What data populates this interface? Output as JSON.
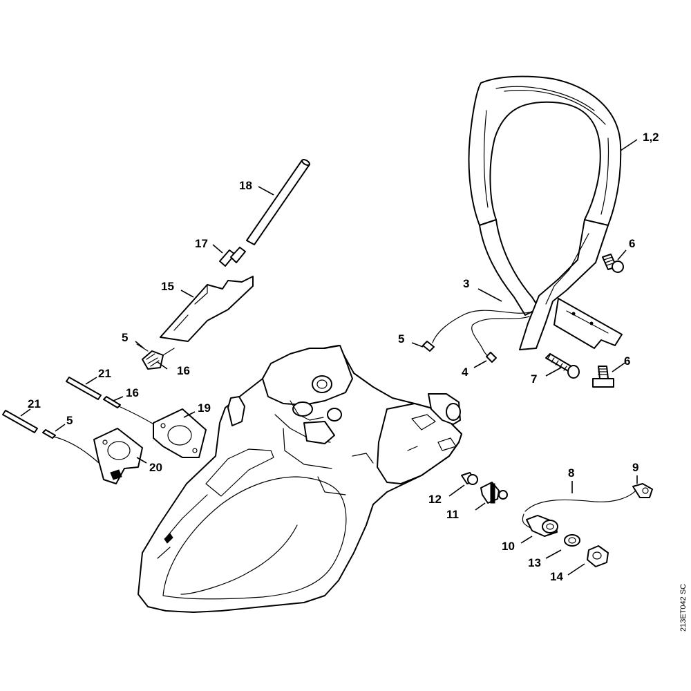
{
  "drawing_code": "213ET042 SC",
  "callouts": {
    "c1_2": "1,2",
    "c3": "3",
    "c4": "4",
    "c5_wire": "5",
    "c5_switch": "5",
    "c5_left": "5",
    "c6_top": "6",
    "c6_bottom": "6",
    "c7": "7",
    "c8": "8",
    "c9": "9",
    "c10": "10",
    "c11": "11",
    "c12": "12",
    "c13": "13",
    "c14": "14",
    "c15": "15",
    "c16_top": "16",
    "c16_mid": "16",
    "c17": "17",
    "c18": "18",
    "c19": "19",
    "c20": "20",
    "c21_top": "21",
    "c21_left": "21"
  }
}
